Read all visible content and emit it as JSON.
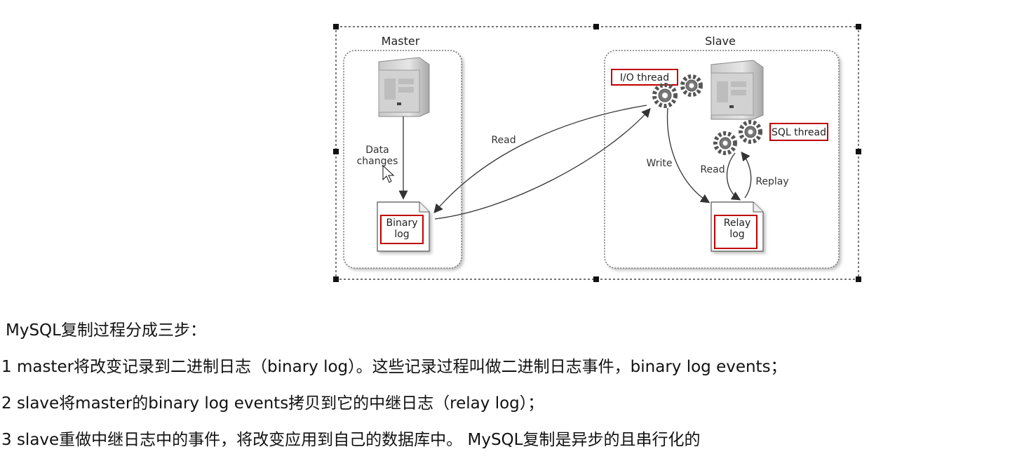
{
  "diagram": {
    "master_title": "Master",
    "slave_title": "Slave",
    "data_changes_line1": "Data",
    "data_changes_line2": "changes",
    "read_left": "Read",
    "binary_line1": "Binary",
    "binary_line2": "log",
    "io_thread": "I/O thread",
    "sql_thread": "SQL thread",
    "write": "Write",
    "read_right": "Read",
    "replay": "Replay",
    "relay_line1": "Relay",
    "relay_line2": "log",
    "highlight_color": "#c00000"
  },
  "text": {
    "intro": "MySQL复制过程分成三步：",
    "step1": "1 master将改变记录到二进制日志（binary log）。这些记录过程叫做二进制日志事件，binary log events；",
    "step2": "2 slave将master的binary log events拷贝到它的中继日志（relay log）；",
    "step3": "3 slave重做中继日志中的事件，将改变应用到自己的数据库中。 MySQL复制是异步的且串行化的"
  }
}
